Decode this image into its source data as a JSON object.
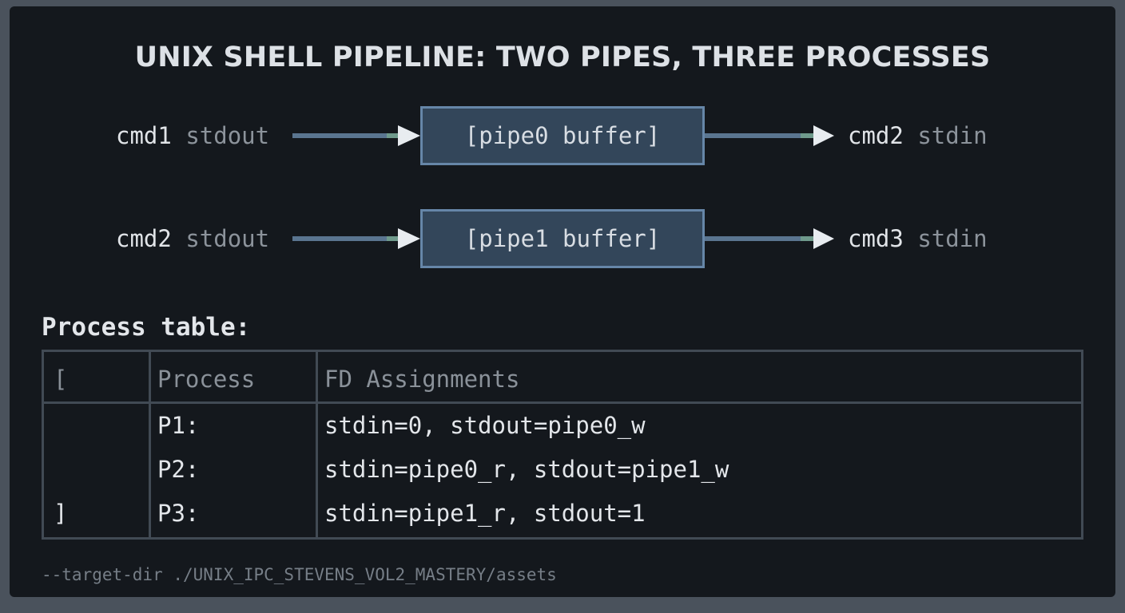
{
  "title": "UNIX SHELL PIPELINE: TWO PIPES, THREE PROCESSES",
  "pipes": [
    {
      "source_cmd": "cmd1",
      "source_stream": "stdout",
      "buffer_label": "[pipe0 buffer]",
      "dest_cmd": "cmd2",
      "dest_stream": "stdin"
    },
    {
      "source_cmd": "cmd2",
      "source_stream": "stdout",
      "buffer_label": "[pipe1 buffer]",
      "dest_cmd": "cmd3",
      "dest_stream": "stdin"
    }
  ],
  "process_table": {
    "label": "Process table:",
    "open_bracket": "[",
    "close_bracket": "]",
    "columns": [
      "Process",
      "FD Assignments"
    ],
    "rows": [
      {
        "process": "P1:",
        "fds": "stdin=0, stdout=pipe0_w"
      },
      {
        "process": "P2:",
        "fds": "stdin=pipe0_r, stdout=pipe1_w"
      },
      {
        "process": "P3:",
        "fds": "stdin=pipe1_r, stdout=1"
      }
    ]
  },
  "footer": "--target-dir ./UNIX_IPC_STEVENS_VOL2_MASTERY/assets",
  "colors": {
    "background": "#14181d",
    "buffer_fill": "#33465a",
    "buffer_border": "#6686a8",
    "arrow": "#5a7590",
    "arrow_head": "#e8ecf0"
  }
}
